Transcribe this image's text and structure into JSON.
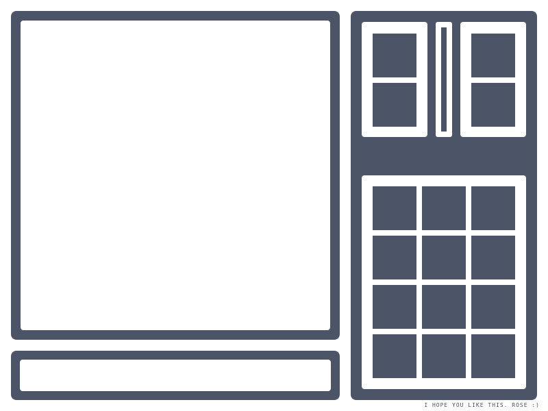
{
  "colors": {
    "frame": "#4b5567",
    "panel": "#ffffff"
  },
  "panels": {
    "canvas": "main-viewport",
    "input": "command-bar",
    "top_slots": [
      "left-slot-pair",
      "right-slot-pair"
    ],
    "grid": {
      "rows": 4,
      "cols": 3
    }
  },
  "footer": {
    "text": "I HOPE YOU LIKE THIS. ROSE :)"
  }
}
